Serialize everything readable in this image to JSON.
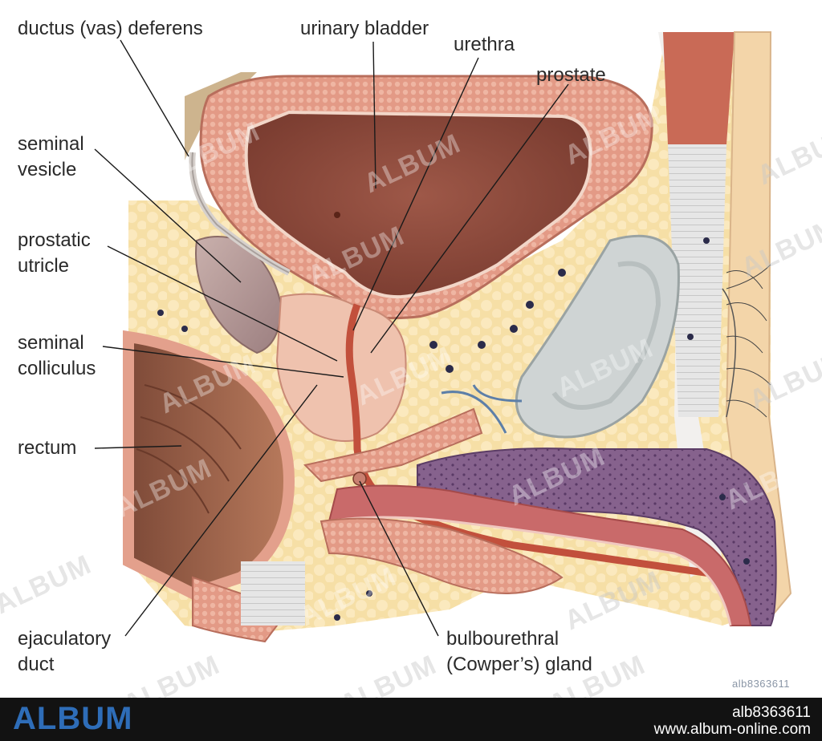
{
  "labels": {
    "ductus": "ductus (vas) deferens",
    "bladder": "urinary bladder",
    "urethra": "urethra",
    "prostate": "prostate",
    "seminal_vesicle": "seminal\nvesicle",
    "prostatic_utricle": "prostatic\nutricle",
    "seminal_colliculus": "seminal\ncolliculus",
    "rectum": "rectum",
    "ejaculatory_duct": "ejaculatory\nduct",
    "bulbourethral": "bulbourethral\n(Cowper’s) gland"
  },
  "image_ref": "alb8363611",
  "watermark": "ALBUM",
  "footer": {
    "logo": "ALBUM",
    "code": "alb8363611",
    "url": "www.album-online.com"
  },
  "colors": {
    "muscle": "#e3a08c",
    "bladder_lumen": "#8a4a3c",
    "fat": "#f6dfa6",
    "spongiosum": "#7c5a86",
    "footer_bg": "#121212",
    "footer_logo": "#2e6db8"
  }
}
